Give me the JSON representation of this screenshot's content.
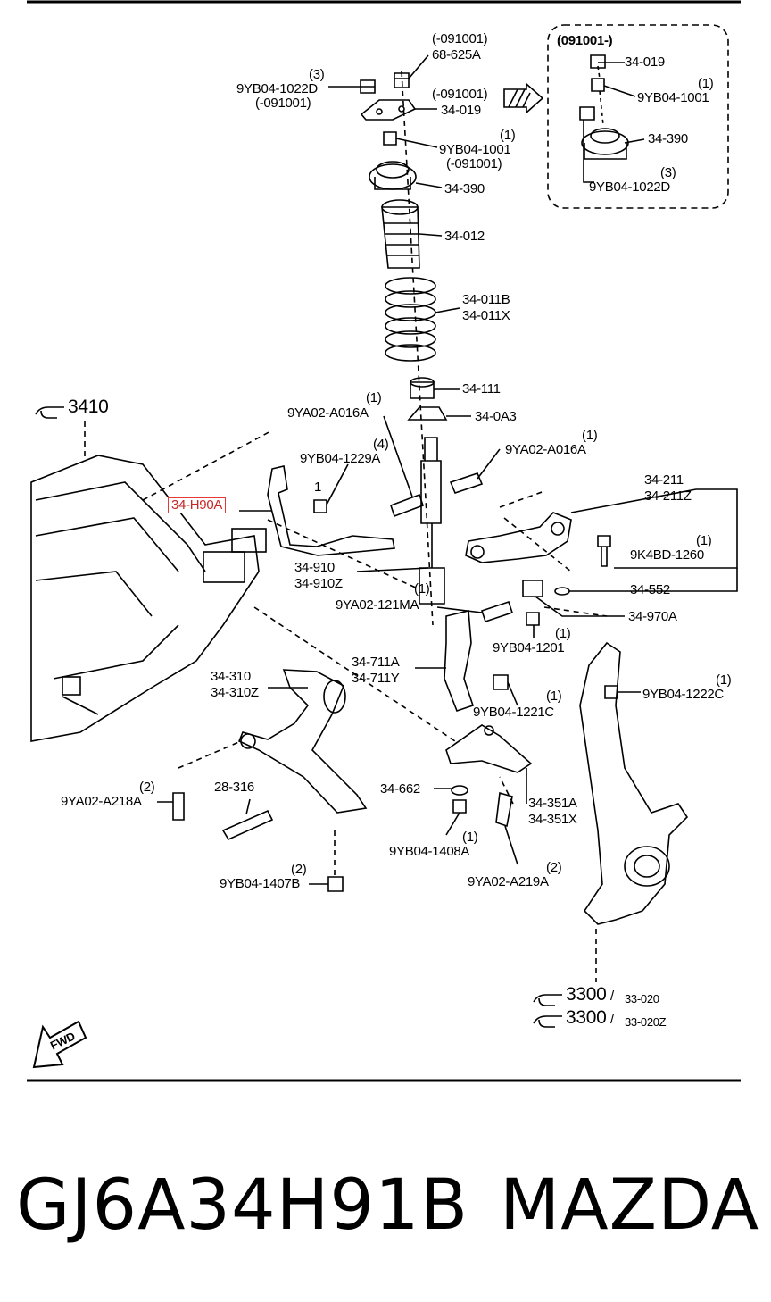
{
  "labels": {
    "p68625a_rev": "(-091001)",
    "p68625a": "68-625A",
    "p9yb041022d_qty": "(3)",
    "p9yb041022d": "9YB04-1022D",
    "p9yb041022d_rev": "(-091001)",
    "p34019_rev": "(-091001)",
    "p34019": "34-019",
    "p9yb041001_qty": "(1)",
    "p9yb041001": "9YB04-1001",
    "p9yb041001_rev": "(-091001)",
    "p34390": "34-390",
    "p34012": "34-012",
    "p34011b": "34-011B",
    "p34011x": "34-011X",
    "p34111": "34-111",
    "p340a3": "34-0A3",
    "p9ya02a016a_l_qty": "(1)",
    "p9ya02a016a_l": "9YA02-A016A",
    "p9ya02a016a_r_qty": "(1)",
    "p9ya02a016a_r": "9YA02-A016A",
    "p9yb041229a_qty": "(4)",
    "p9yb041229a": "9YB04-1229A",
    "p34h90a": "34-H90A",
    "qty_1": "1",
    "p34910": "34-910",
    "p34910z": "34-910Z",
    "p9ya02121ma_qty": "(1)",
    "p9ya02121ma": "9YA02-121MA",
    "p34211": "34-211",
    "p34211z": "34-211Z",
    "p9k4bd1260_qty": "(1)",
    "p9k4bd1260": "9K4BD-1260",
    "p34552": "34-552",
    "p34970a": "34-970A",
    "p9yb041201_qty": "(1)",
    "p9yb041201": "9YB04-1201",
    "p34711a": "34-711A",
    "p34711y": "34-711Y",
    "p9yb041221c_qty": "(1)",
    "p9yb041221c": "9YB04-1221C",
    "p9yb041222c_qty": "(1)",
    "p9yb041222c": "9YB04-1222C",
    "p34310": "34-310",
    "p34310z": "34-310Z",
    "p28316": "28-316",
    "p34662": "34-662",
    "p34351a": "34-351A",
    "p34351x": "34-351X",
    "p9ya02a218a_qty": "(2)",
    "p9ya02a218a": "9YA02-A218A",
    "p9yb041408a_qty": "(1)",
    "p9yb041408a": "9YB04-1408A",
    "p9yb041407b_qty": "(2)",
    "p9yb041407b": "9YB04-1407B",
    "p9ya02a219a_qty": "(2)",
    "p9ya02a219a": "9YA02-A219A",
    "ref3410": "3410",
    "ref3300a": "3300",
    "ref33020": "33-020",
    "ref3300b": "3300",
    "ref33020z": "33-020Z",
    "fwd": "FWD"
  },
  "inset": {
    "header": "(091001-)",
    "p34019": "34-019",
    "p9yb041001_qty": "(1)",
    "p9yb041001": "9YB04-1001",
    "p34390": "34-390",
    "p9yb041022d_qty": "(3)",
    "p9yb041022d": "9YB04-1022D"
  },
  "footer": {
    "part_number": "GJ6A34H91B",
    "brand": "MAZDA"
  },
  "colors": {
    "highlight": "#e53935",
    "line": "#000000"
  }
}
